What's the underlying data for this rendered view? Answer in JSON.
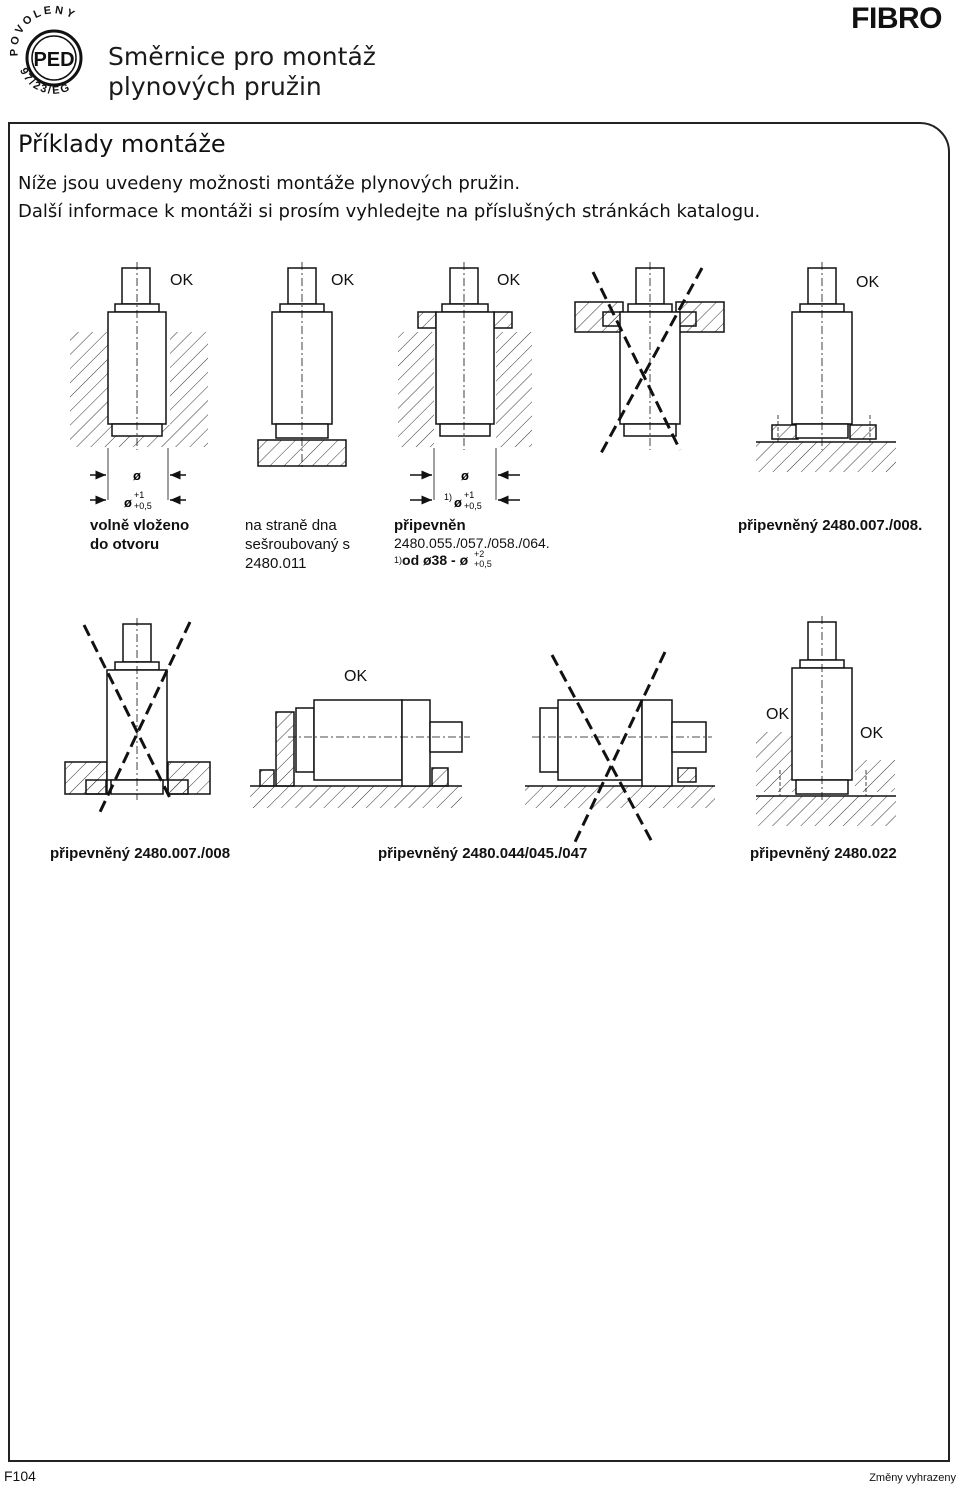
{
  "header": {
    "logo_ring_top": "POVOLENY",
    "logo_mark": "PED",
    "logo_ring_bottom": "97/23/EG",
    "title_line1": "Směrnice pro montáž",
    "title_line2": "plynových pružin",
    "brand": "FIBRO"
  },
  "section": {
    "title": "Příklady montáže",
    "intro_line1": "Níže jsou uvedeny možnosti montáže plynových pružin.",
    "intro_line2": "Další informace k montáži si prosím vyhledejte na příslušných stránkách katalogu."
  },
  "figures_row1": {
    "ok": [
      "OK",
      "OK",
      "OK",
      "OK"
    ],
    "dim_dia": "ø",
    "tol_upper": "+1",
    "tol_lower": "+0,5",
    "footnote_mark": "1)",
    "label1_line1": "volně vloženo",
    "label1_line2": "do otvoru",
    "label2_line1": "na straně dna",
    "label2_line2": "sešroubovaný s",
    "label2_line3": "2480.011",
    "label3_title": "připevněn",
    "label3_line2": "2480.055./057./058./064.",
    "label3_fn_mark": "1)",
    "label3_fn_text": "od ø38 - ø",
    "label3_fn_tol_upper": "+2",
    "label3_fn_tol_lower": "+0,5",
    "label4": "připevněný 2480.007./008."
  },
  "figures_row2": {
    "ok": [
      "OK",
      "OK",
      "OK"
    ],
    "label1": "připevněný 2480.007./008",
    "label2": "připevněný 2480.044/045./047",
    "label3": "připevněný 2480.022"
  },
  "footer": {
    "page": "F104",
    "note": "Změny vyhrazeny"
  }
}
